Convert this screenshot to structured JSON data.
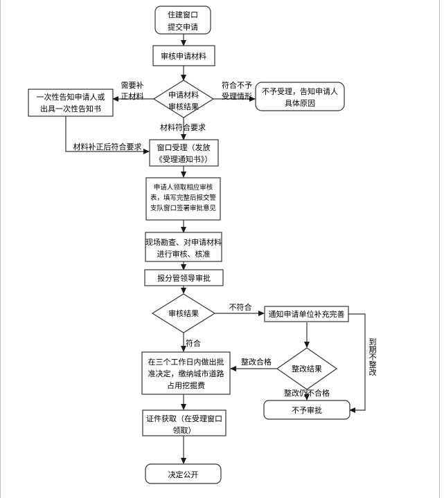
{
  "nodes": {
    "start": [
      "住建窗口",
      "提交申请"
    ],
    "review": [
      "审核申请材料"
    ],
    "decide1": [
      "申请材料",
      "审核结果"
    ],
    "notice": [
      "一次性告知申请人或",
      "出具一次性告知书"
    ],
    "reject1": [
      "不予受理，告知申请人",
      "具体原因"
    ],
    "accept": [
      "窗口受理（发放",
      "《受理通知书》）"
    ],
    "form": [
      "申请人领取相应审核",
      "表，填写完整后报交警",
      "支队窗口签署审批意见"
    ],
    "inspect": [
      "现场勘查、对申请材料",
      "进行审核、核准"
    ],
    "leader": [
      "报分管领导审批"
    ],
    "decide2": [
      "审核结果"
    ],
    "supplement": [
      "通知申请单位补充完善"
    ],
    "decide3": [
      "整改结果"
    ],
    "approve": [
      "在三个工作日内做出批",
      "准决定，缴纳城市道路",
      "占用挖掘费"
    ],
    "deny": [
      "不予审批"
    ],
    "license": [
      "证件获取（在受理窗口",
      "领取）"
    ],
    "publish": [
      "决定公开"
    ]
  },
  "edge_labels": {
    "need_supplement": [
      "需要补",
      "正材料"
    ],
    "not_accepted": [
      "符合不予",
      "受理情形"
    ],
    "materials_ok": "材料符合要求",
    "supplemented_ok": "材料补正后符合要求",
    "not_compliant": "不符合",
    "compliant": "符合",
    "rectified_ok": "整改合格",
    "still_fail": "整改仍不合格",
    "overdue": [
      "到",
      "期",
      "不",
      "整",
      "改"
    ]
  }
}
